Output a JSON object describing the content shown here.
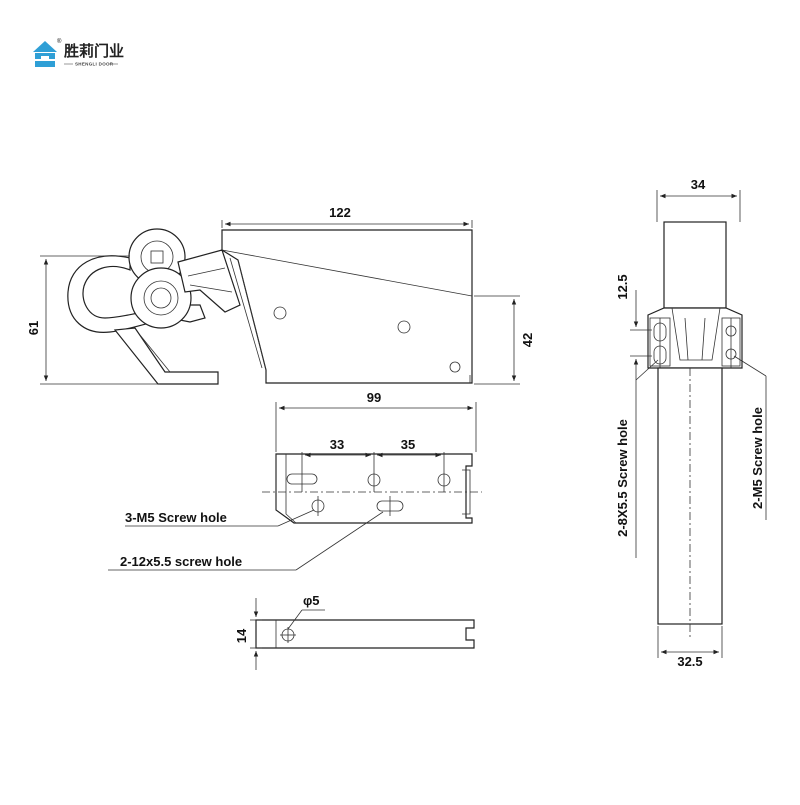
{
  "logo": {
    "cn": "胜莉门业",
    "en": "SHENGLI DOOR",
    "registered": "®",
    "icon": "house-icon",
    "color": "#2f9fd6"
  },
  "dimensions": {
    "width_122": "122",
    "height_61": "61",
    "height_42": "42",
    "width_99": "99",
    "spacing_33": "33",
    "spacing_35": "35",
    "width_34": "34",
    "height_12_5": "12.5",
    "width_32_5": "32.5",
    "height_14": "14",
    "diameter_5": "φ5"
  },
  "callouts": {
    "m5_left": "3-M5  Screw hole",
    "slot_12x5_5": "2-12x5.5  screw hole",
    "slot_8x5_5": "2-8X5.5  Screw hole",
    "m5_right": "2-M5  Screw hole"
  }
}
